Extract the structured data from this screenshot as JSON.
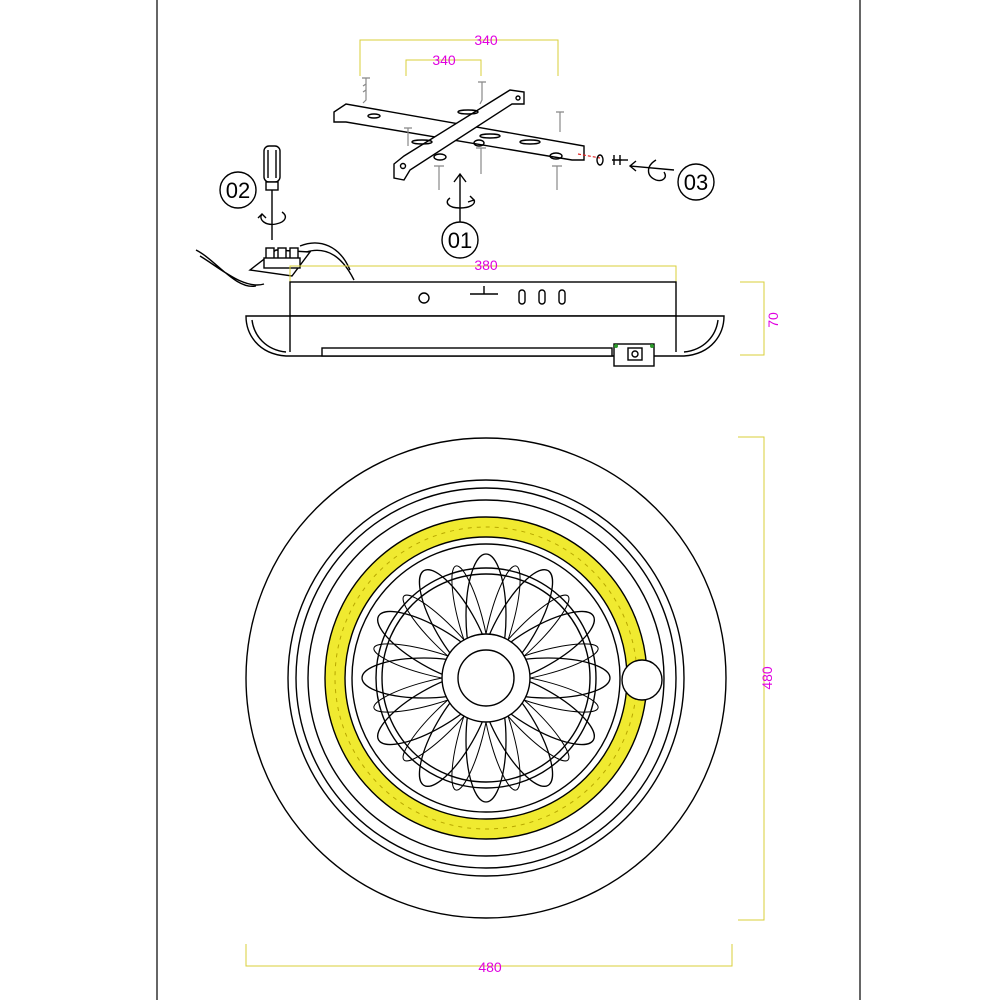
{
  "dimensions": {
    "bracket_outer": "340",
    "bracket_inner": "340",
    "body_width": "380",
    "body_height": "70",
    "diameter_vertical": "480",
    "diameter_horizontal": "480"
  },
  "steps": {
    "step1": "01",
    "step2": "02",
    "step3": "03"
  },
  "colors": {
    "dimension_text": "#e000e0",
    "dimension_line": "#d8cf3a",
    "led_ring": "#f0ea30",
    "wire_marker": "#2a9a2a",
    "screw_marker": "#e02020",
    "ink": "#000000"
  },
  "icons": {
    "tool": "screwdriver-icon",
    "rotation": "rotate-arrow-icon",
    "connector": "terminal-block-icon"
  }
}
